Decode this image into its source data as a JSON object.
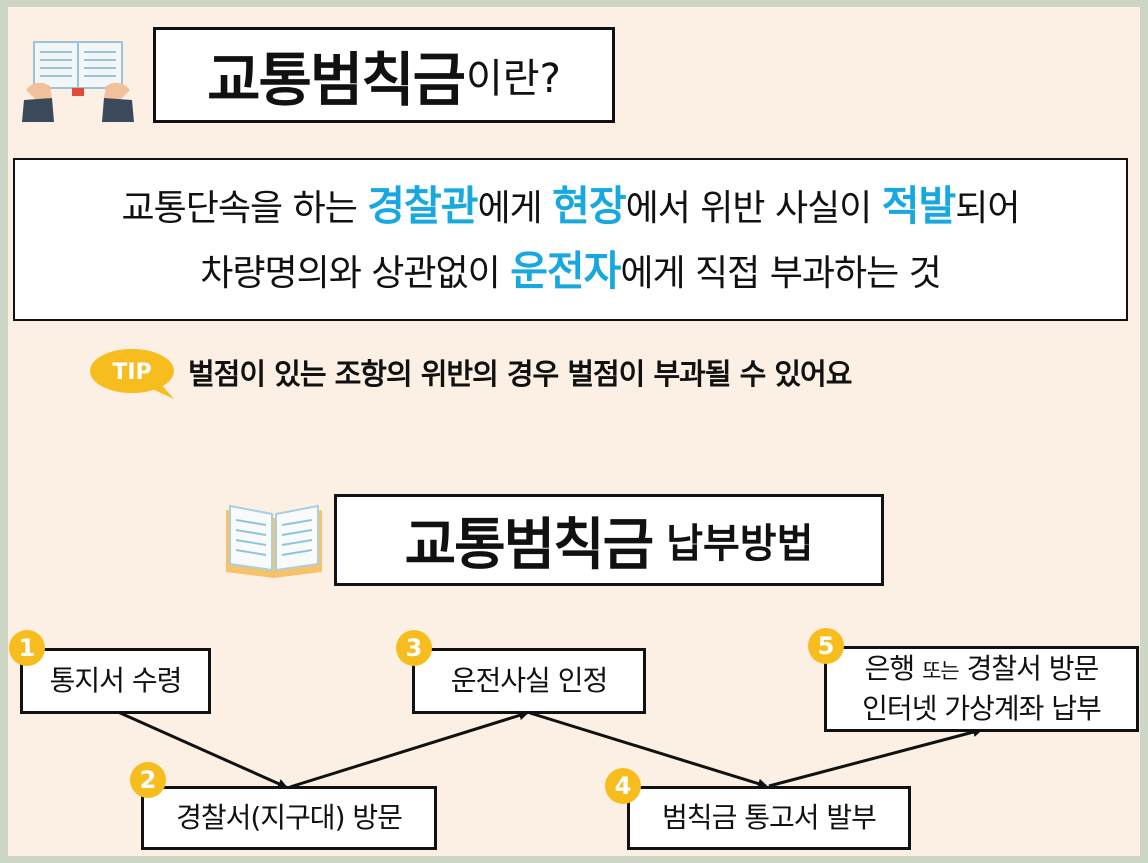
{
  "section1": {
    "title_main": "교통범칙금",
    "title_suffix": "이란?",
    "definition": {
      "line1": {
        "t1": "교통단속을 하는 ",
        "h1": "경찰관",
        "t2": "에게 ",
        "h2": "현장",
        "t3": "에서 위반 사실이 ",
        "h3": "적발",
        "t4": "되어"
      },
      "line2": {
        "t1": "차량명의와 상관없이 ",
        "h1": "운전자",
        "t2": "에게 직접 부과하는 것"
      }
    },
    "tip": {
      "badge": "TIP",
      "text": "벌점이 있는 조항의 위반의 경우 벌점이 부과될 수 있어요"
    }
  },
  "section2": {
    "title_main": "교통범칙금",
    "title_suffix": "납부방법",
    "steps": [
      {
        "num": "1",
        "label": "통지서 수령"
      },
      {
        "num": "2",
        "label": "경찰서(지구대) 방문"
      },
      {
        "num": "3",
        "label": "운전사실 인정"
      },
      {
        "num": "4",
        "label": "범칙금 통고서 발부"
      },
      {
        "num": "5",
        "line1_a": "은행 ",
        "line1_small": "또는",
        "line1_b": " 경찰서 방문",
        "line2": "인터넷 가상계좌 납부"
      }
    ]
  },
  "colors": {
    "highlight": "#18a8e0",
    "badge": "#f7bd1e",
    "background": "#fbf0e3"
  },
  "icons": [
    "open-book-hands-icon",
    "open-book-icon",
    "speech-bubble-icon"
  ]
}
